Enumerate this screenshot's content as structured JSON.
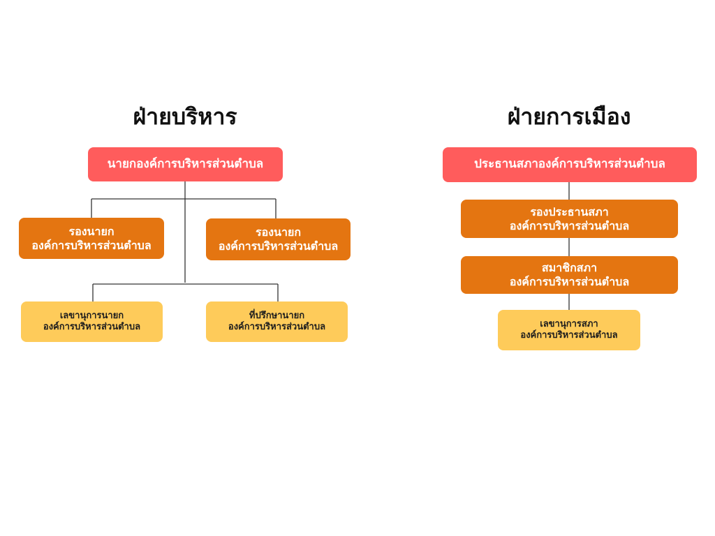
{
  "headings": {
    "executive": "ฝ่ายบริหาร",
    "legislative": "ฝ่ายการเมือง"
  },
  "executive": {
    "chief": "นายกองค์การบริหารส่วนตำบล",
    "deputy_left": [
      "รองนายก",
      "องค์การบริหารส่วนตำบล"
    ],
    "deputy_right": [
      "รองนายก",
      "องค์การบริหารส่วนตำบล"
    ],
    "secretary": [
      "เลขานุการนายก",
      "องค์การบริหารส่วนตำบล"
    ],
    "advisor": [
      "ที่ปรึกษานายก",
      "องค์การบริหารส่วนตำบล"
    ]
  },
  "legislative": {
    "chairman": "ประธานสภาองค์การบริหารส่วนตำบล",
    "vice_chairman": [
      "รองประธานสภา",
      "องค์การบริหารส่วนตำบล"
    ],
    "member": [
      "สมาชิกสภา",
      "องค์การบริหารส่วนตำบล"
    ],
    "secretary": [
      "เลขานุการสภา",
      "องค์การบริหารส่วนตำบล"
    ]
  },
  "colors": {
    "top_level": "#ff5c5c",
    "second_level": "#e47511",
    "support_level": "#fecb5a",
    "connector": "#333333"
  }
}
